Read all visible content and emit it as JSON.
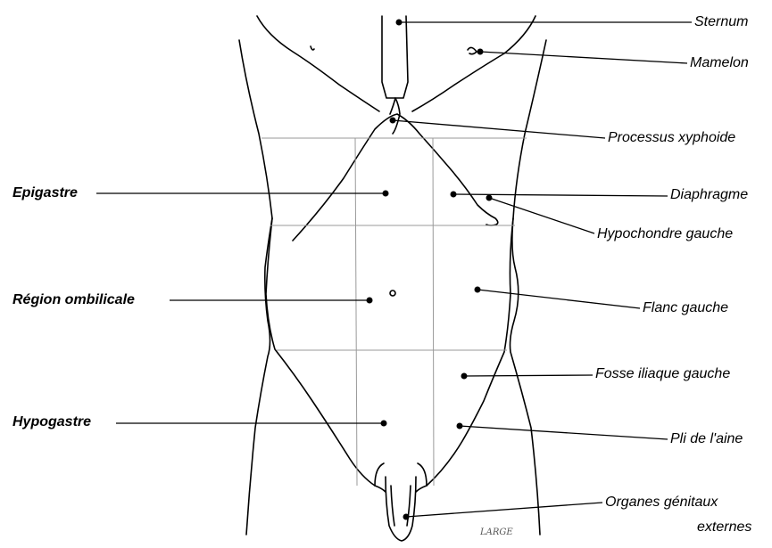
{
  "diagram": {
    "left_labels": {
      "epigastre": "Epigastre",
      "region_ombilicale": "Région ombilicale",
      "hypogastre": "Hypogastre"
    },
    "right_labels": {
      "sternum": "Sternum",
      "mamelon": "Mamelon",
      "processus_xyphoide": "Processus xyphoide",
      "diaphragme": "Diaphragme",
      "hypochondre_gauche": "Hypochondre gauche",
      "flanc_gauche": "Flanc gauche",
      "fosse_iliaque_gauche": "Fosse iliaque gauche",
      "pli_de_laine": "Pli de l'aine",
      "organes_genitaux_line1": "Organes génitaux",
      "organes_genitaux_line2": "externes"
    },
    "signature": "LARGE"
  },
  "colors": {
    "ink": "#000000",
    "grid": "#9a9a9a",
    "background": "#ffffff"
  }
}
